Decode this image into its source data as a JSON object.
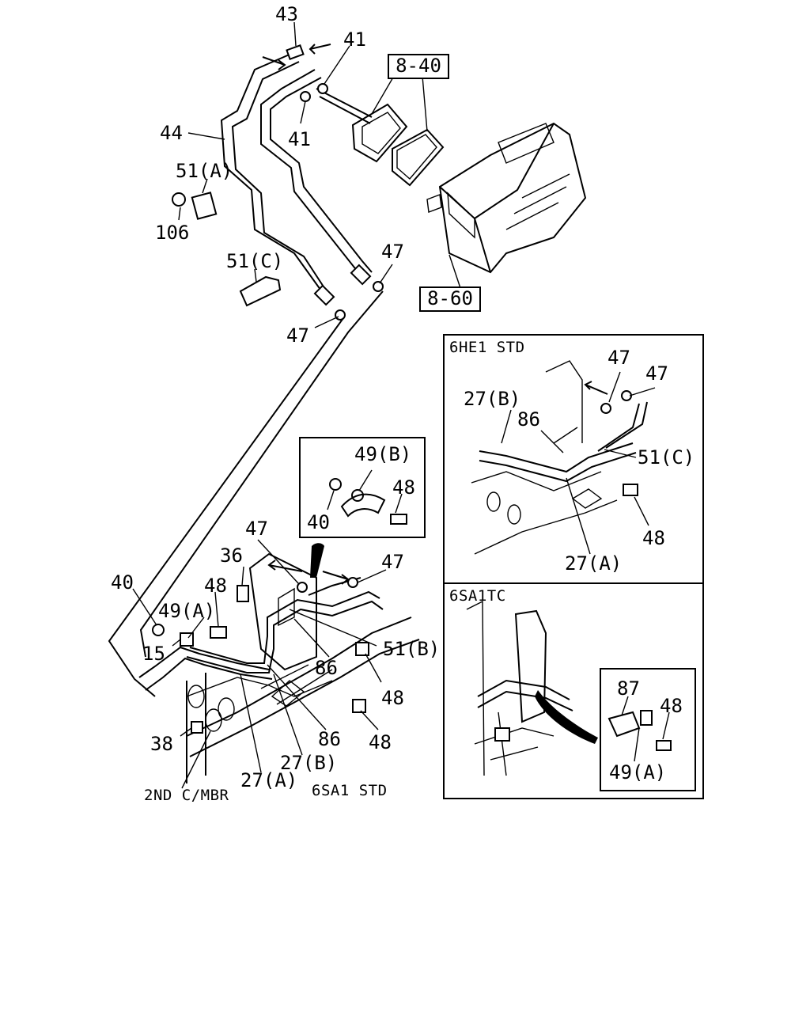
{
  "diagram": {
    "labels": {
      "p43": "43",
      "p41a": "41",
      "p41b": "41",
      "p44": "44",
      "p51a": "51(A)",
      "p106": "106",
      "p51c": "51(C)",
      "p47a": "47",
      "p47b": "47",
      "p47c": "47",
      "p47d": "47",
      "p36": "36",
      "p40": "40",
      "p48a": "48",
      "p49a": "49(A)",
      "p15": "15",
      "p51b": "51(B)",
      "p86a": "86",
      "p48b": "48",
      "p86b": "86",
      "p48c": "48",
      "p38": "38",
      "p27b": "27(B)",
      "p27a": "27(A)",
      "p2nd": "2ND C/MBR",
      "p6sa1": "6SA1 STD"
    },
    "refs": {
      "r840": "8-40",
      "r860": "8-60"
    },
    "inset": {
      "p49b": "49(B)",
      "p48": "48",
      "p40": "40"
    },
    "panel_6he1": {
      "title": "6HE1 STD",
      "p47a": "47",
      "p47b": "47",
      "p27b": "27(B)",
      "p86": "86",
      "p51c": "51(C)",
      "p48": "48",
      "p27a": "27(A)"
    },
    "panel_6sa1tc": {
      "title": "6SA1TC",
      "p87": "87",
      "p48": "48",
      "p49a": "49(A)"
    }
  }
}
